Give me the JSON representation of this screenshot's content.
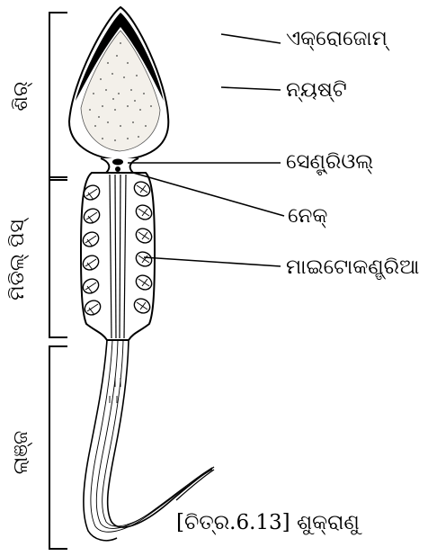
{
  "labels": {
    "acrosome": "ଏକ୍ରୋଜୋମ୍",
    "nucleus": "ନ୍ୟଷ୍ଟି",
    "centriole": "ସେଣ୍ଟ୍ରିଓଲ୍",
    "neck": "ନେକ୍",
    "mitochondria": "ମାଇଟୋକଣ୍ଡ୍ରିଆ"
  },
  "sections": {
    "head": "ଶିର୍",
    "middle_piece": "ମିଡିଲ୍ ପିସ୍",
    "tail": "ଲାଞ୍ଜ"
  },
  "caption": "[ଚିତ୍ର.6.13] ଶୁକ୍ରାଣୁ"
}
